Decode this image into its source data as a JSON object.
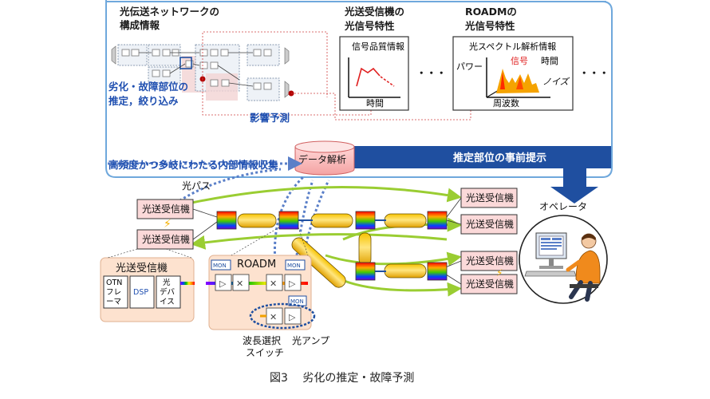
{
  "top_panel": {
    "network_title": [
      "光伝送ネットワークの",
      "構成情報"
    ],
    "degradation_label": [
      "劣化・故障部位の",
      "推定，絞り込み"
    ],
    "impact_label": "影響予測",
    "transceiver_title": [
      "光送受信機の",
      "光信号特性"
    ],
    "roadm_title": [
      "ROADMの",
      "光信号特性"
    ],
    "ellipsis": "・・・",
    "quality_chart": {
      "title": "信号品質情報",
      "xlabel": "時間"
    },
    "spectrum_chart": {
      "title": "光スペクトル解析情報",
      "ylabel": "パワー",
      "xlabel": "周波数",
      "signal": "信号",
      "time": "時間",
      "noise": "ノイズ"
    }
  },
  "middle": {
    "collect_label": "高頻度かつ多岐にわたる内部情報収集",
    "db_label": "データ解析",
    "presentation_label": "推定部位の事前提示",
    "optical_path": "光パス",
    "operator": "オペレータ"
  },
  "transceivers": {
    "left_top": "光送受信機",
    "left_bottom": "光送受信機",
    "right_1": "光送受信機",
    "right_2": "光送受信機",
    "right_3": "光送受信機",
    "right_4": "光送受信機"
  },
  "detail_transceiver": {
    "title": "光送受信機",
    "otn": [
      "OTN",
      "フレ",
      "ーマ"
    ],
    "dsp": "DSP",
    "device": [
      "光",
      "デバ",
      "イス"
    ]
  },
  "detail_roadm": {
    "title": "ROADM",
    "mon": "MON",
    "wss_label": [
      "波長選択",
      "スイッチ"
    ],
    "amp_label": "光アンプ"
  },
  "caption": "図3　 劣化の推定・故障予測",
  "colors": {
    "panel_border": "#6fa8dc",
    "arrow_blue": "#1f4fa0",
    "green_path": "#9acd32",
    "transceiver_fill": "#fbd9d9",
    "detail_fill": "#fde2cf",
    "signal_red": "#e02020"
  }
}
